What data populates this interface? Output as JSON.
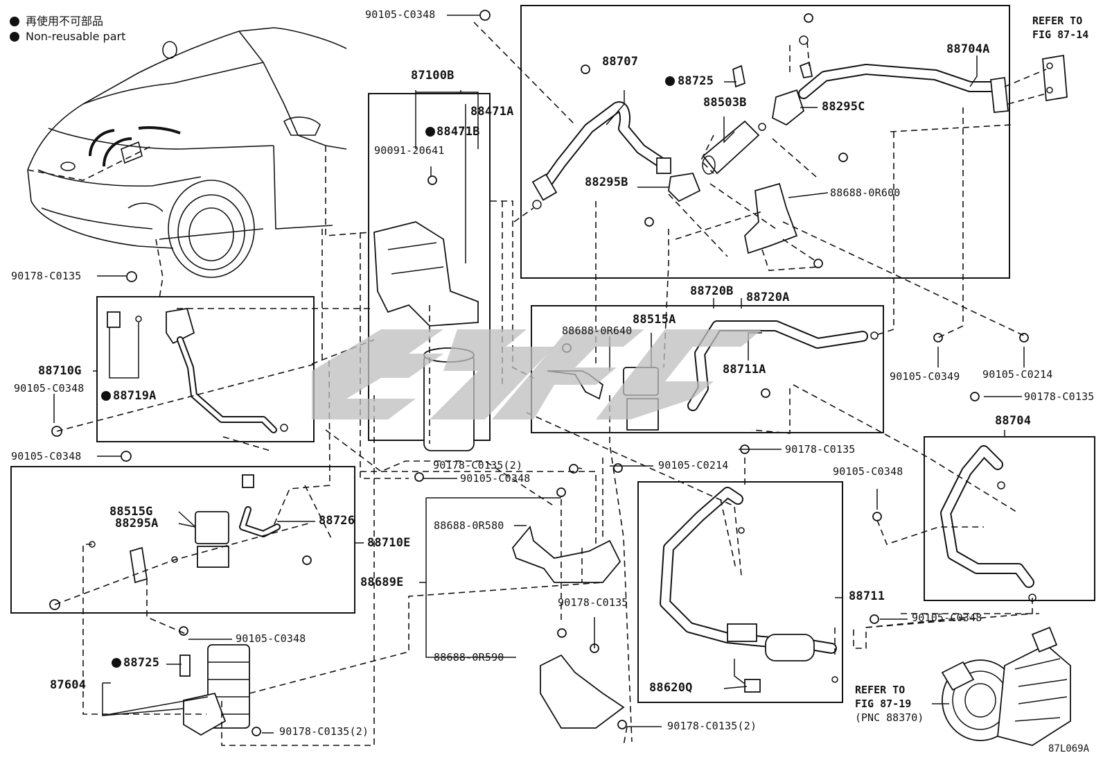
{
  "legend": [
    {
      "text": "再使用不可部品"
    },
    {
      "text": "Non-reusable part"
    }
  ],
  "refs": {
    "fig_87_14": [
      "REFER TO",
      "FIG 87-14"
    ],
    "fig_87_19": [
      "REFER TO",
      "FIG 87-19",
      "(PNC 88370)"
    ]
  },
  "diagram_code": "87L069A",
  "labels": {
    "p90105_C0348_top": "90105-C0348",
    "p87100B": "87100B",
    "p88471A": "88471A",
    "p88471B": "88471B",
    "p90091_20641": "90091-20641",
    "p88707": "88707",
    "p88725_top": "88725",
    "p88503B": "88503B",
    "p88295C": "88295C",
    "p88704A": "88704A",
    "p88295B": "88295B",
    "p88688_0R600": "88688-0R600",
    "p90178_C0135_left": "90178-C0135",
    "p88720B": "88720B",
    "p88720A": "88720A",
    "p88515A": "88515A",
    "p88688_0R640": "88688-0R640",
    "p88711A": "88711A",
    "p88710G": "88710G",
    "p90105_C0348_left1": "90105-C0348",
    "p88719A": "88719A",
    "p90105_C0349": "90105-C0349",
    "p90105_C0214_right": "90105-C0214",
    "p90178_C0135_right": "90178-C0135",
    "p88704": "88704",
    "p90105_C0348_left2": "90105-C0348",
    "p90178_C0135_2_mid": "90178-C0135(2)",
    "p90105_C0348_mid": "90105-C0348",
    "p90105_C0214_mid": "90105-C0214",
    "p90178_C0135_mid": "90178-C0135",
    "p90105_C0348_right2": "90105-C0348",
    "p88515G": "88515G",
    "p88295A": "88295A",
    "p88726": "88726",
    "p88710E": "88710E",
    "p88688_0R580": "88688-0R580",
    "p88689E": "88689E",
    "p90178_C0135_low": "90178-C0135",
    "p88711": "88711",
    "p90105_C0348_rightlow": "90105-C0348",
    "p90105_C0348_low": "90105-C0348",
    "p88725_low": "88725",
    "p88688_0R590": "88688-0R590",
    "p87604": "87604",
    "p88620Q": "88620Q",
    "p90178_C0135_2_bl": "90178-C0135(2)",
    "p90178_C0135_2_bm": "90178-C0135(2)"
  }
}
